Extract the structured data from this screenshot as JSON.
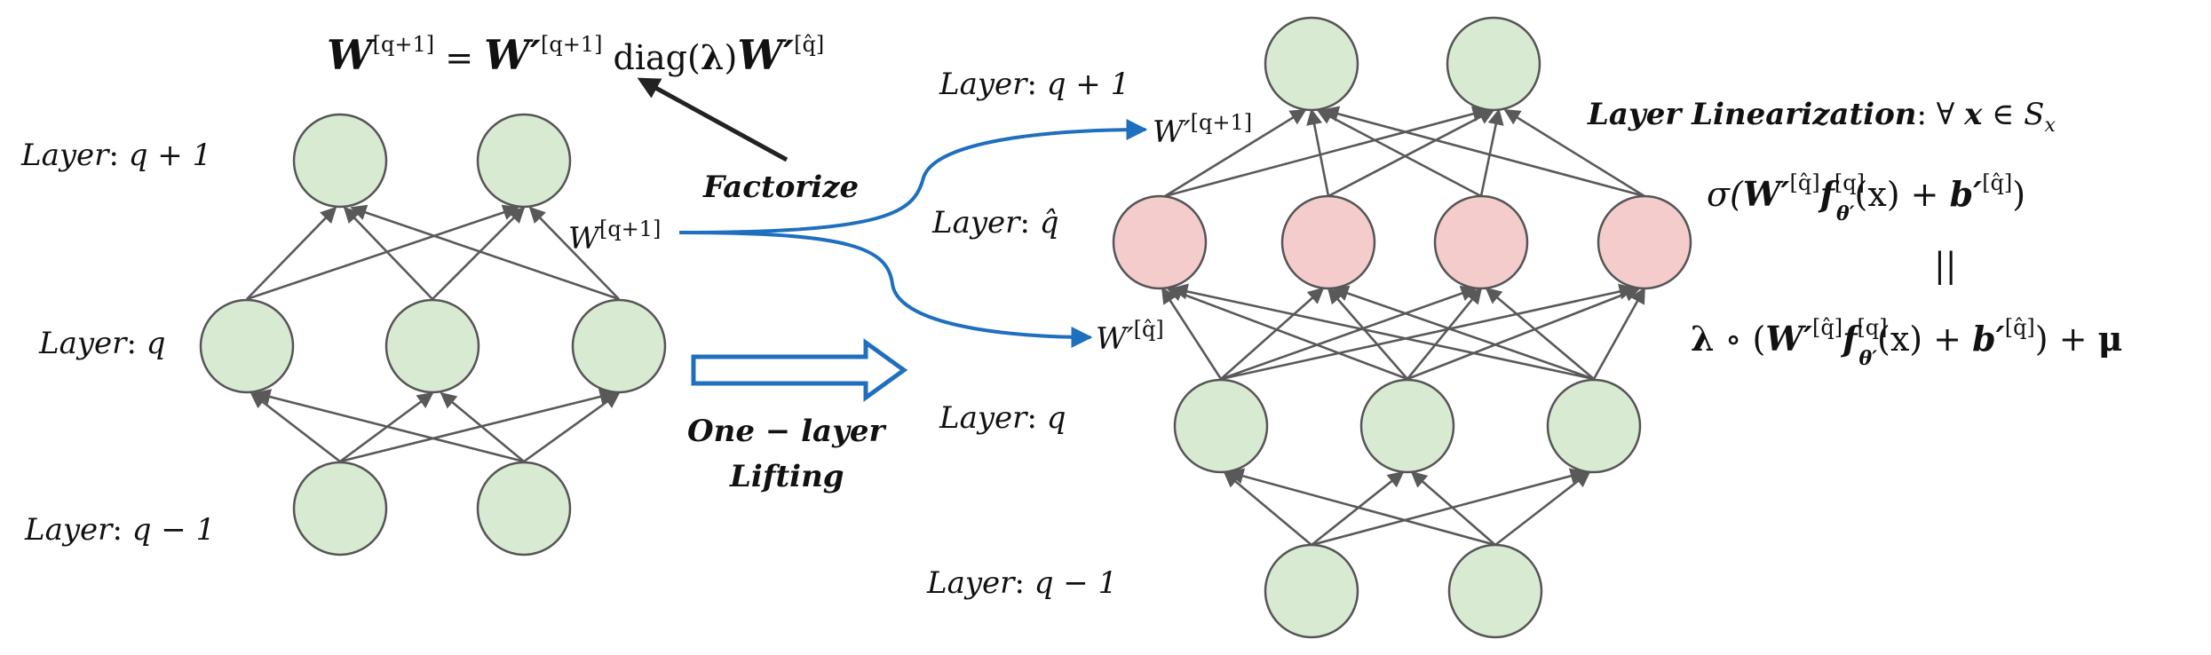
{
  "left_network": {
    "layer_labels": {
      "layer": "Layer",
      "q_plus_1": "q + 1",
      "q": "q",
      "q_minus_1": "q − 1"
    },
    "weight_label": "W",
    "weight_sup": "[q+1]"
  },
  "right_network": {
    "layer_labels": {
      "layer": "Layer",
      "q_plus_1": "q + 1",
      "q_hat": "q̂",
      "q": "q",
      "q_minus_1": "q − 1"
    },
    "weight_top_label": "W′",
    "weight_top_sup": "[q+1]",
    "weight_mid_label": "W′",
    "weight_mid_sup": "[q̂]"
  },
  "factorize": {
    "label": "Factorize",
    "equation": {
      "lhs": "W",
      "lhs_sup": "[q+1]",
      "eq": "=",
      "w1": "W′",
      "w1_sup": "[q+1]",
      "diag": "diag(",
      "lambda": "λ",
      "close": ")",
      "w2": "W′",
      "w2_sup": "[q̂]"
    }
  },
  "lifting": {
    "line1": "One − layer",
    "line2": "Lifting"
  },
  "linearization": {
    "title": "Layer  Linearization",
    "condition": ": ∀ ",
    "x": "x",
    "in": " ∈ ",
    "S": "S",
    "S_sub": "x",
    "line1": {
      "sigma": "σ(",
      "w": "W′",
      "w_sup": "[q̂]",
      "f": "f",
      "f_sup": "[q]",
      "f_sub": "θ′",
      "x_part": "(x) + ",
      "b": "b′",
      "b_sup": "[q̂]",
      "close": ")"
    },
    "parallel": "||",
    "line2": {
      "lambda": "λ",
      "circ": " ∘ (",
      "w": "W′",
      "w_sup": "[q̂]",
      "f": "f",
      "f_sup": "[q]",
      "f_sub": "θ′",
      "x_part": "(x) + ",
      "b": "b′",
      "b_sup": "[q̂]",
      "close": ") + ",
      "mu": "μ"
    }
  },
  "colors": {
    "node_green": "#d9ead3",
    "node_red": "#f4cccc",
    "arrow_blue": "#1f6fbf",
    "edge_gray": "#595959"
  }
}
